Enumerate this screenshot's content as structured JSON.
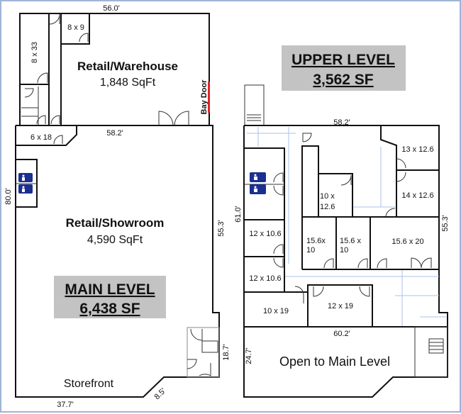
{
  "main_level": {
    "title": "MAIN LEVEL",
    "area": "6,438 SF",
    "warehouse": {
      "name": "Retail/Warehouse",
      "area": "1,848 SqFt"
    },
    "showroom": {
      "name": "Retail/Showroom",
      "area": "4,590 SqFt"
    },
    "rooms": [
      "8 x 9",
      "8 x 33",
      "6 x 18"
    ],
    "bay_door": "Bay Door",
    "storefront": "Storefront",
    "dimensions": {
      "top": "56.0'",
      "mid": "58.2'",
      "left": "80.0'",
      "right": "55.3'",
      "bottom": "37.7'",
      "diag": "8.5'",
      "side": "18.7'"
    }
  },
  "upper_level": {
    "title": "UPPER LEVEL",
    "area": "3,562 SF",
    "rooms": [
      "13 x 12.6",
      "14 x 12.6",
      "10 x",
      "12.6",
      "12 x 10.6",
      "12 x 10.6",
      "15.6x",
      "10",
      "15.6 x",
      "10",
      "15.6 x 20",
      "10 x 19",
      "12 x 19"
    ],
    "open_area": "Open to Main Level",
    "dimensions": {
      "top": "58.2'",
      "left": "61.0'",
      "right": "55.3'",
      "lower": "60.2'",
      "lower_left": "24.7'"
    }
  },
  "colors": {
    "bay_door": "#e0242c",
    "label_box": "#c3c3c3",
    "restroom_sign": "#1b2f8f"
  }
}
